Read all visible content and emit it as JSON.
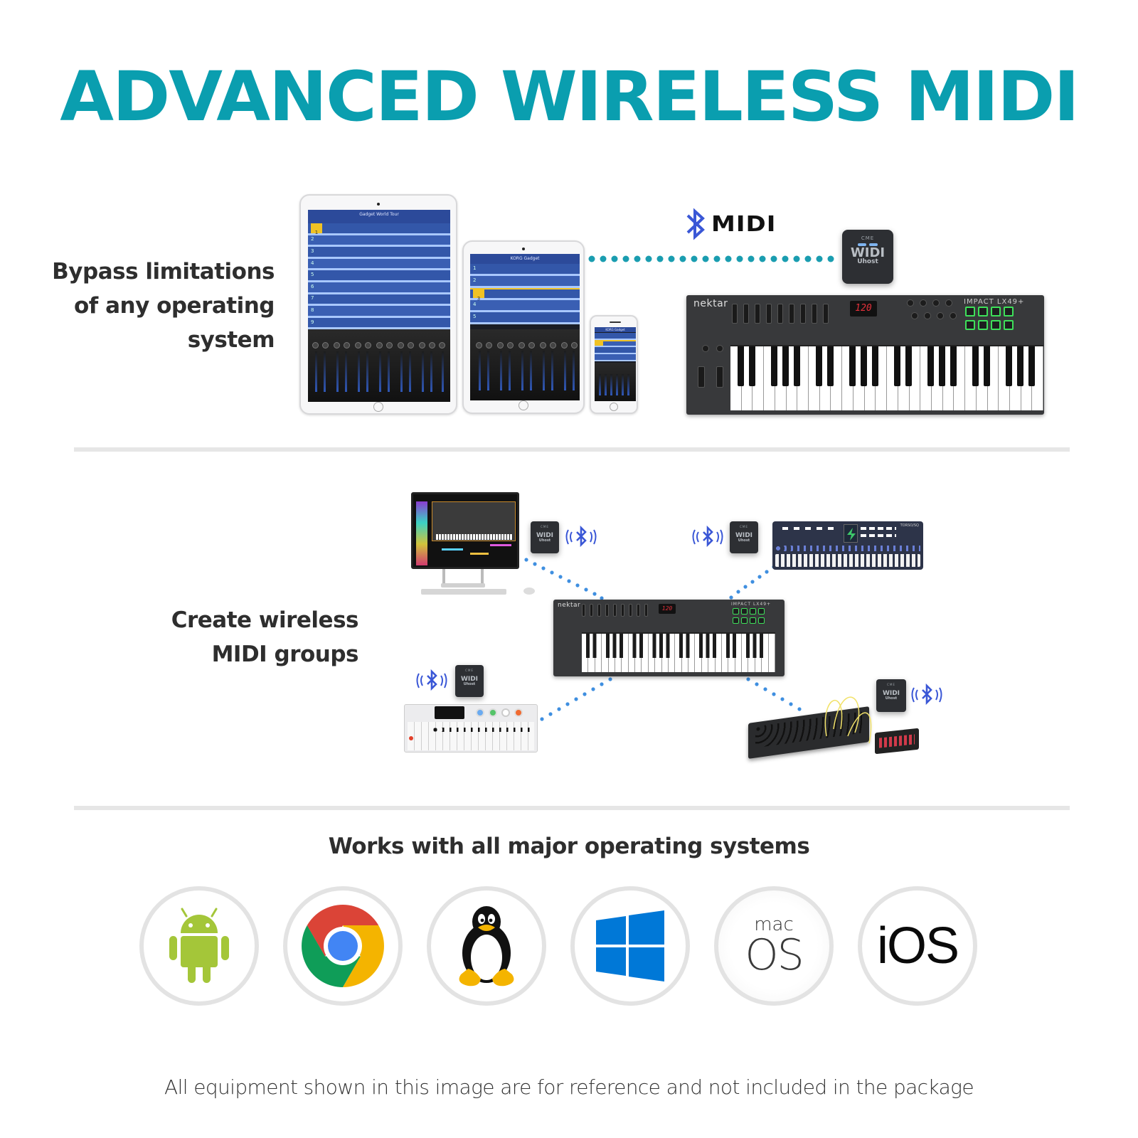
{
  "headline": "ADVANCED WIRELESS MIDI",
  "section1": {
    "caption_lines": [
      "Bypass limitations",
      "of any operating",
      "system"
    ],
    "badge": {
      "icon": "bluetooth-icon",
      "label": "MIDI"
    },
    "devices": {
      "tablet_large": {
        "app_title": "Gadget World Tour",
        "track_numbers": [
          "1",
          "2",
          "3",
          "4",
          "5",
          "6",
          "7",
          "8",
          "9"
        ],
        "selected_track": "1"
      },
      "tablet_medium": {
        "app_title": "KORG Gadget",
        "track_numbers": [
          "1",
          "2",
          "3",
          "4",
          "5"
        ],
        "selected_track": "3"
      },
      "phone": {
        "app_title": "KORG Gadget"
      },
      "widi": {
        "brand": "CME",
        "logo": "WIDI",
        "sub": "Uhost"
      },
      "keyboard": {
        "brand": "nektar",
        "model": "IMPACT LX49+",
        "display": "120"
      }
    }
  },
  "section2": {
    "caption_lines": [
      "Create wireless",
      "MIDI groups"
    ],
    "hub_keyboard": {
      "brand": "nektar",
      "model": "IMPACT LX49+",
      "display": "120"
    },
    "nodes": [
      {
        "name": "computer-daw",
        "widi": "WIDI",
        "widi_sub": "Uhost",
        "widi_brand": "CME"
      },
      {
        "name": "step-sequencer",
        "widi": "WIDI",
        "widi_sub": "Uhost",
        "widi_brand": "CME",
        "device_label": "TORSO/SQ"
      },
      {
        "name": "pocket-synth",
        "widi": "WIDI",
        "widi_sub": "Uhost",
        "widi_brand": "CME"
      },
      {
        "name": "modular-synth",
        "widi": "WIDI",
        "widi_sub": "Uhost",
        "widi_brand": "CME"
      }
    ]
  },
  "section3": {
    "subhead": "Works with all major operating systems",
    "os": [
      {
        "name": "Android",
        "icon": "android-icon"
      },
      {
        "name": "Chrome OS",
        "icon": "chrome-icon"
      },
      {
        "name": "Linux",
        "icon": "linux-tux-icon"
      },
      {
        "name": "Windows",
        "icon": "windows-icon"
      },
      {
        "name": "macOS",
        "icon": "macos-icon",
        "text_top": "mac",
        "text_bottom": "OS"
      },
      {
        "name": "iOS",
        "icon": "ios-icon",
        "text": "iOS"
      }
    ]
  },
  "footer": "All equipment shown in this image are for reference and not included in the package",
  "colors": {
    "accent_teal": "#0a9eaf",
    "bluetooth_blue": "#3a57d6",
    "dot_teal": "#1a9db0",
    "dot_blue": "#3f8fe0",
    "divider": "#e6e6e6",
    "text_dark": "#2e2e2e"
  }
}
